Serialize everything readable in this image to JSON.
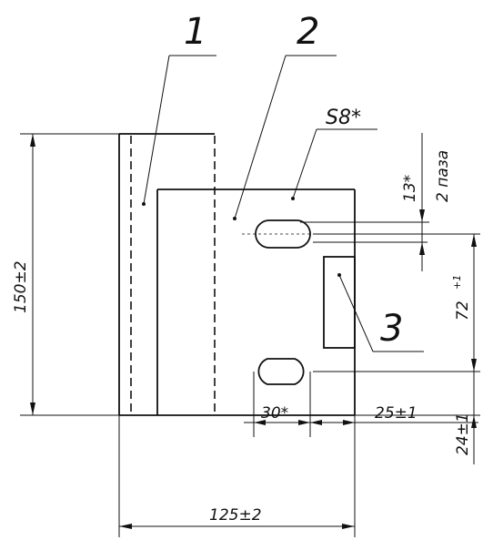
{
  "callouts": {
    "part1": "1",
    "part2": "2",
    "part3": "3"
  },
  "dimensions": {
    "height_total": "150±2",
    "width_total": "125±2",
    "slot_width": "30*",
    "slot_offset": "25±1",
    "bottom_offset": "24±1",
    "slot_spacing": "72",
    "slot_spacing_tol": "+1",
    "slot_height": "13*",
    "slot_count_note": "2 паза",
    "thickness": "S8*"
  }
}
